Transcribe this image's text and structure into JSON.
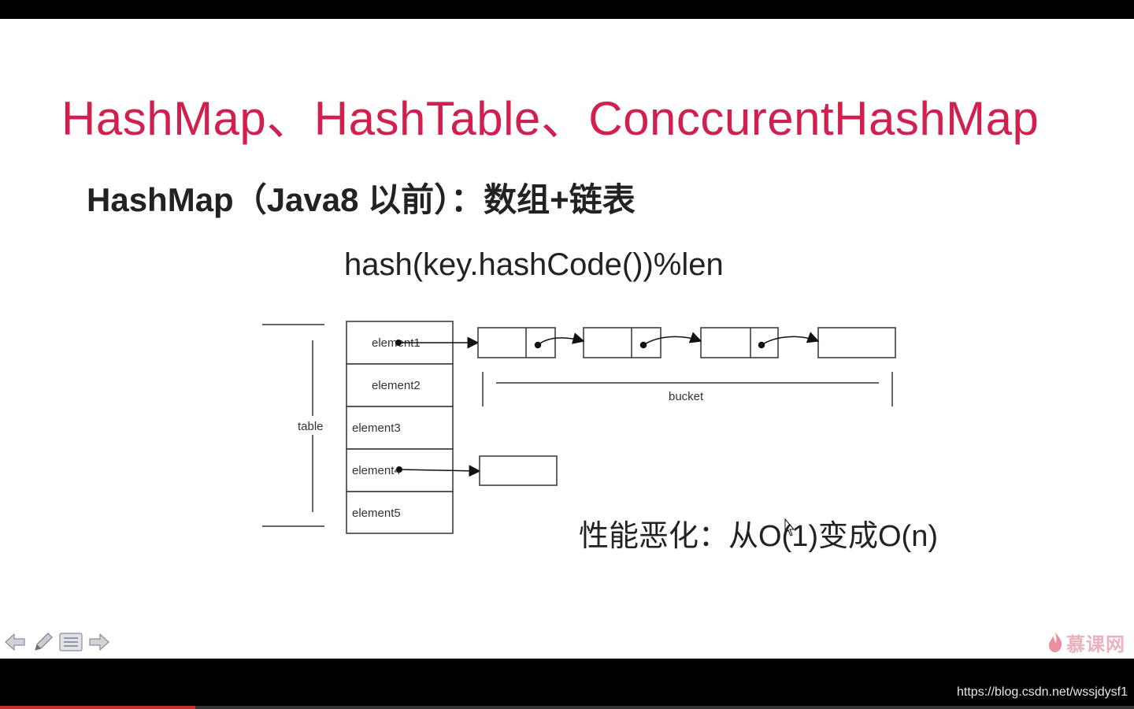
{
  "slide": {
    "title": "HashMap、HashTable、ConccurentHashMap",
    "subtitle": "HashMap（Java8 以前）：数组+链表",
    "formula": "hash(key.hashCode())%len",
    "perf_note": "性能恶化：从O(1)变成O(n)"
  },
  "diagram": {
    "table_label": "table",
    "bucket_label": "bucket",
    "elements": [
      "element1",
      "element2",
      "element3",
      "element4",
      "element5"
    ]
  },
  "nav": {
    "icons": [
      "arrow-left-icon",
      "pencil-icon",
      "menu-icon",
      "arrow-right-icon"
    ]
  },
  "logo": {
    "text": "慕课网"
  },
  "footer": {
    "url": "https://blog.csdn.net/wssjdysf1"
  },
  "colors": {
    "title": "#d1204f",
    "text": "#222222",
    "progress": "#c4302b"
  }
}
